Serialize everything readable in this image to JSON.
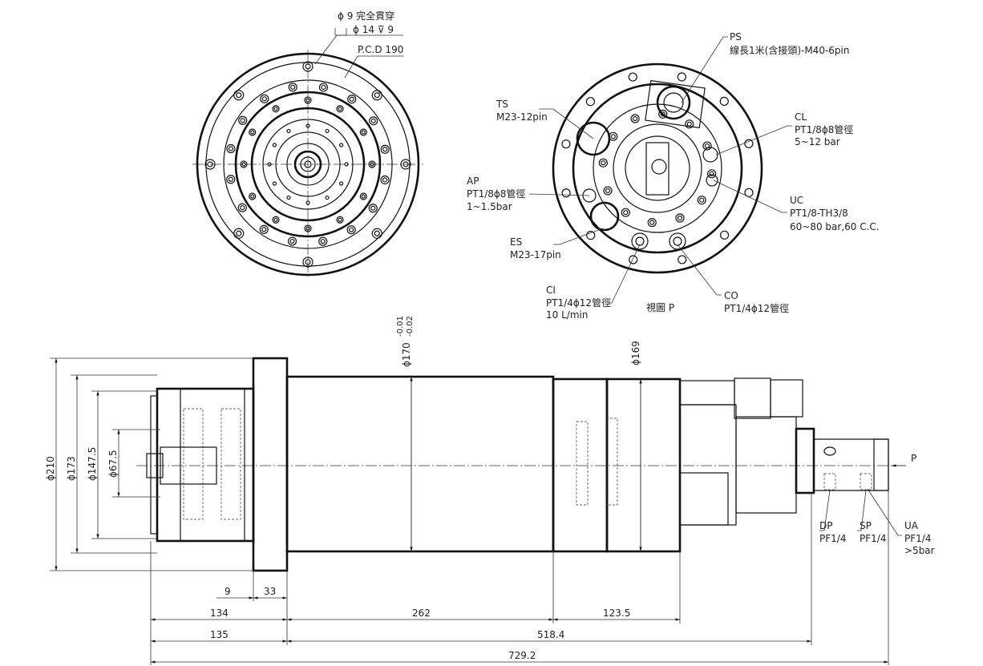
{
  "front_view": {
    "hole_note_1": "ϕ 9 完全貫穿",
    "hole_note_2": "ϕ 14 ⊽ 9",
    "pcd": "P.C.D 190"
  },
  "rear_view": {
    "title": "視圖 P",
    "callouts": {
      "PS": {
        "name": "PS",
        "l1": "線長1米(含接頭)-M40-6pin"
      },
      "TS": {
        "name": "TS",
        "l1": "M23-12pin"
      },
      "CL": {
        "name": "CL",
        "l1": "PT1/8ϕ8管徑",
        "l2": "5~12 bar"
      },
      "AP": {
        "name": "AP",
        "l1": "PT1/8ϕ8管徑",
        "l2": "1~1.5bar"
      },
      "UC": {
        "name": "UC",
        "l1": "PT1/8-TH3/8",
        "l2": "60~80 bar,60 C.C."
      },
      "ES": {
        "name": "ES",
        "l1": "M23-17pin"
      },
      "CI": {
        "name": "CI",
        "l1": "PT1/4ϕ12管徑",
        "l2": "10 L/min"
      },
      "CO": {
        "name": "CO",
        "l1": "PT1/4ϕ12管徑"
      }
    }
  },
  "side_view": {
    "view_arrow": "P",
    "diameters": {
      "d210": "ϕ210",
      "d173": "ϕ173",
      "d147": "ϕ147.5",
      "d67": "ϕ67.5",
      "d170": "ϕ170",
      "d170_tol_upper": "-0.01",
      "d170_tol_lower": "-0.02",
      "d169": "ϕ169"
    },
    "lengths": {
      "l9": "9",
      "l33": "33",
      "l134": "134",
      "l262": "262",
      "l123": "123.5",
      "l135": "135",
      "l518": "518.4",
      "l729": "729.2"
    },
    "ports": {
      "DP": {
        "name": "DP",
        "l1": "PF1/4"
      },
      "SP": {
        "name": "SP",
        "l1": "PF1/4"
      },
      "UA": {
        "name": "UA",
        "l1": "PF1/4",
        "l2": ">5bar"
      }
    }
  }
}
